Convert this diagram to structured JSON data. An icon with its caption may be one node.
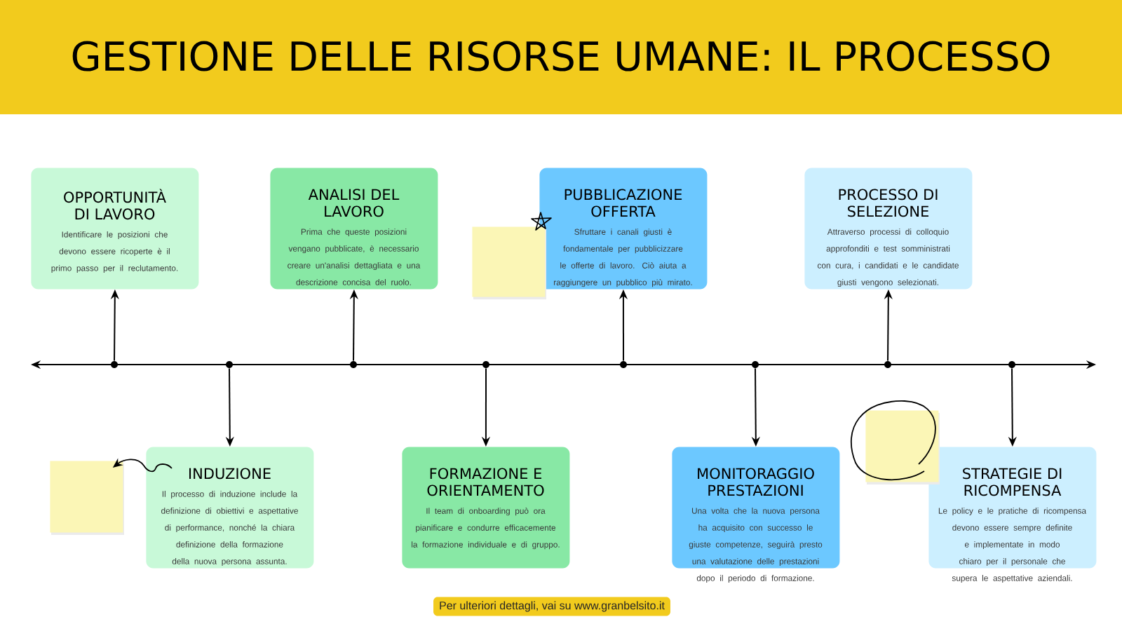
{
  "diagram": {
    "title": "GESTIONE DELLE RISORSE UMANE: IL PROCESSO",
    "nodes": [
      {
        "text": [
          "OPPORTUNITÀ DI LAVORO",
          "Identificare le posizioni che devono essere ricoperte è il primo passo per il reclutamento."
        ]
      },
      {
        "text": [
          "ANALISI DEL LAVORO",
          "Prima che queste posizioni vengano pubblicate, è necessario creare un'analisi dettagliata e una descrizione concisa del ruolo."
        ]
      },
      {
        "text": [
          "PUBBLICAZIONE OFFERTA",
          "Sfruttare i canali giusti è fondamentale per pubblicizzare le offerte di lavoro. Ciò aiuta a raggiungere un pubblico più mirato."
        ]
      },
      {
        "text": [
          "PROCESSO DI SELEZIONE",
          "Attraverso processi di colloquio approfonditi e test somministrati con cura, i candidati e le candidate giusti vengono selezionati."
        ]
      },
      {
        "text": [],
        "shape": "box"
      },
      {
        "text": [
          "INDUZIONE",
          "Il processo di induzione include la definizione di obiettivi e aspettative di performance, nonché la chiara definizione della formazione della nuova persona assunta."
        ]
      },
      {
        "text": [
          "FORMAZIONE E ORIENTAMENTO",
          "Il team di onboarding può ora pianificare e condurre efficacemente la formazione individuale e di gruppo."
        ]
      },
      {
        "text": [
          "MONITORAGGIO PRESTAZIONI",
          "Una volta che la nuova persona ha acquisito con successo le giuste competenze, seguirà presto una valutazione delle prestazioni dopo il periodo di formazione."
        ]
      },
      {
        "text": [
          "STRATEGIE DI RICOMPENSA",
          "Le policy e le pratiche di ricompensa devono essere sempre definite e implementate in modo chiaro per il personale che supera le aspettative aziendali."
        ]
      },
      {
        "text": [],
        "shape": "box"
      },
      {
        "text": [],
        "shape": "box"
      },
      {
        "text": [],
        "shape": "circle"
      },
      {
        "text": [],
        "shape": "circle"
      },
      {
        "text": [],
        "shape": "circle"
      },
      {
        "text": [],
        "shape": "circle"
      },
      {
        "text": [],
        "shape": "circle"
      },
      {
        "text": [],
        "shape": "circle"
      },
      {
        "text": [],
        "shape": "circle"
      },
      {
        "text": [],
        "shape": "circle"
      }
    ],
    "edges": [
      {
        "from": 11,
        "to": 0,
        "arrow": "to"
      },
      {
        "from": 12,
        "to": 5,
        "arrow": "to"
      },
      {
        "from": 13,
        "to": 1,
        "arrow": "to"
      },
      {
        "from": 14,
        "to": 6,
        "arrow": "to"
      },
      {
        "from": 15,
        "to": 2,
        "arrow": "to"
      },
      {
        "from": 16,
        "to": 7,
        "arrow": "to"
      },
      {
        "from": 17,
        "to": 3,
        "arrow": "to"
      },
      {
        "from": 18,
        "to": 8,
        "arrow": "to"
      },
      {
        "from": 5,
        "to": 4,
        "arrow": "to"
      }
    ],
    "labels": [
      "Per ulteriori dettagli, vai su www.granbelsito.it"
    ]
  }
}
